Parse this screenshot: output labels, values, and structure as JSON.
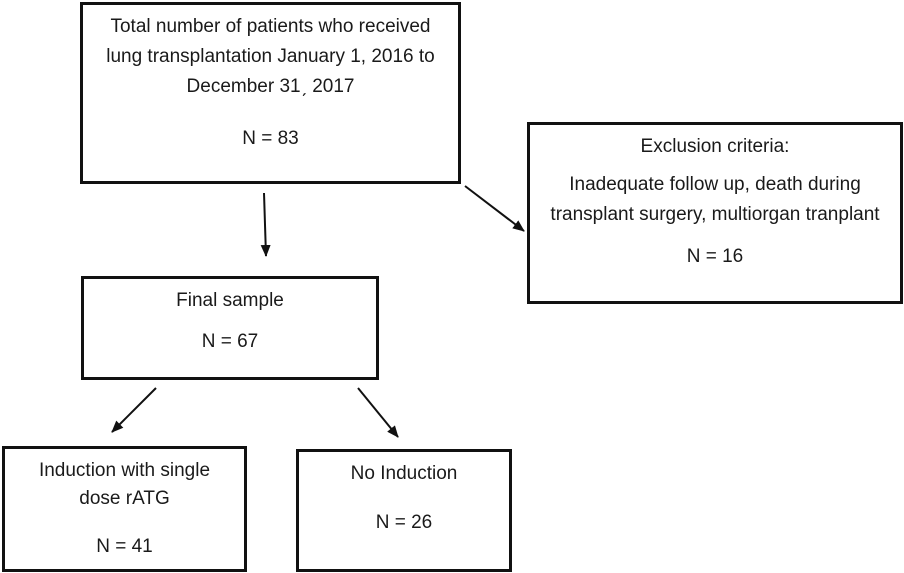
{
  "boxes": {
    "total": {
      "lines": [
        "Total number of patients who received",
        "lung transplantation January 1, 2016 to",
        "December 31ˏ 2017"
      ],
      "n": "N = 83"
    },
    "exclusion": {
      "title": "Exclusion criteria:",
      "lines": [
        "Inadequate follow up, death during",
        "transplant surgery, multiorgan tranplant"
      ],
      "n": "N = 16"
    },
    "final": {
      "title": "Final sample",
      "n": "N = 67"
    },
    "induction": {
      "lines": [
        "Induction with single",
        "dose rATG"
      ],
      "n": "N = 41"
    },
    "no_induction": {
      "title": "No Induction",
      "n": "N = 26"
    }
  },
  "colors": {
    "stroke": "#111111",
    "background": "#ffffff"
  }
}
